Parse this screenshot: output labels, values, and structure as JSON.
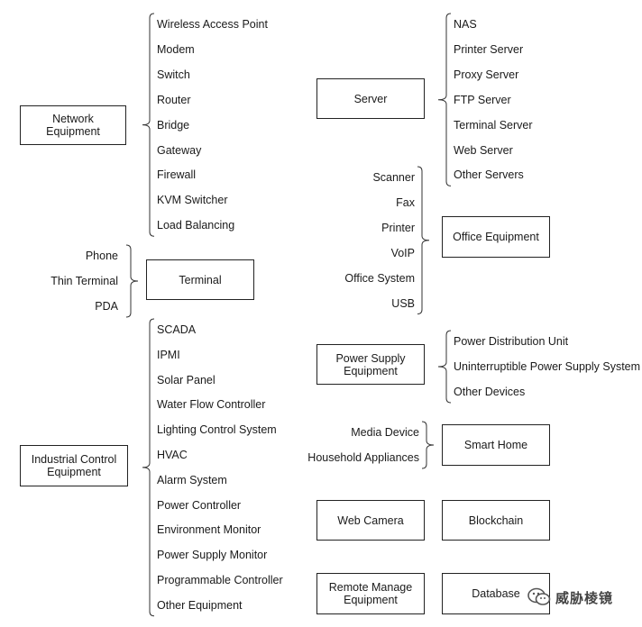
{
  "categories": {
    "network": {
      "label": "Network Equipment",
      "items": [
        "Wireless Access Point",
        "Modem",
        "Switch",
        "Router",
        "Bridge",
        "Gateway",
        "Firewall",
        "KVM Switcher",
        "Load Balancing"
      ]
    },
    "terminal": {
      "label": "Terminal",
      "items": [
        "Phone",
        "Thin Terminal",
        "PDA"
      ]
    },
    "industrial": {
      "label": "Industrial Control\nEquipment",
      "items": [
        "SCADA",
        "IPMI",
        "Solar Panel",
        "Water Flow Controller",
        "Lighting Control System",
        "HVAC",
        "Alarm System",
        "Power Controller",
        "Environment Monitor",
        "Power Supply Monitor",
        "Programmable Controller",
        "Other Equipment"
      ]
    },
    "server": {
      "label": "Server",
      "items": [
        "NAS",
        "Printer Server",
        "Proxy Server",
        "FTP Server",
        "Terminal Server",
        "Web Server",
        "Other Servers"
      ]
    },
    "office": {
      "label": "Office Equipment",
      "items": [
        "Scanner",
        "Fax",
        "Printer",
        "VoIP",
        "Office System",
        "USB"
      ]
    },
    "power": {
      "label": "Power Supply\nEquipment",
      "items": [
        "Power Distribution Unit",
        "Uninterruptible Power Supply System",
        "Other Devices"
      ]
    },
    "smarthome": {
      "label": "Smart Home",
      "items": [
        "Media Device",
        "Household  Appliances"
      ]
    },
    "webcam": {
      "label": "Web Camera"
    },
    "blockchain": {
      "label": "Blockchain"
    },
    "remote": {
      "label": "Remote Manage\nEquipment"
    },
    "database": {
      "label": "Database"
    }
  },
  "watermark": {
    "text": "威胁棱镜",
    "icon": "wechat-logo-icon"
  }
}
